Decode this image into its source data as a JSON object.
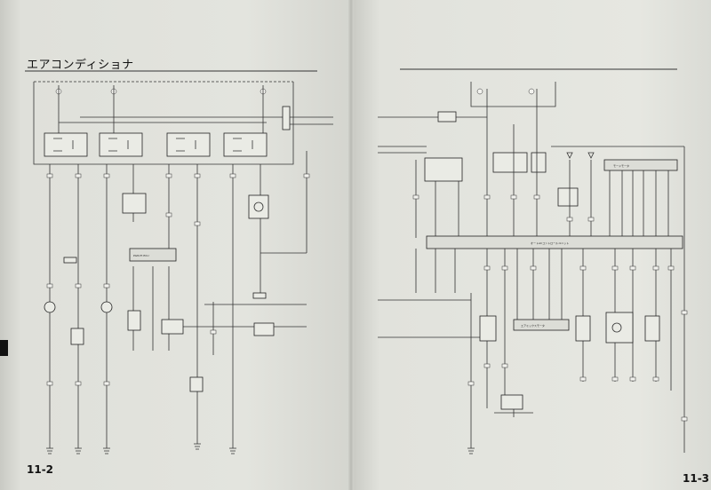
{
  "left_page": {
    "title": "エアコンディショナ",
    "page_number": "11-2"
  },
  "right_page": {
    "page_number": "11-3",
    "module_labels": {
      "auto_ac_control_unit": "オートACコントロールユニット",
      "air_mix_motor": "エアミックスモータ",
      "mode_motor": "モードモータ",
      "pgm_fi_ecu": "PGM-FI ECU"
    }
  }
}
